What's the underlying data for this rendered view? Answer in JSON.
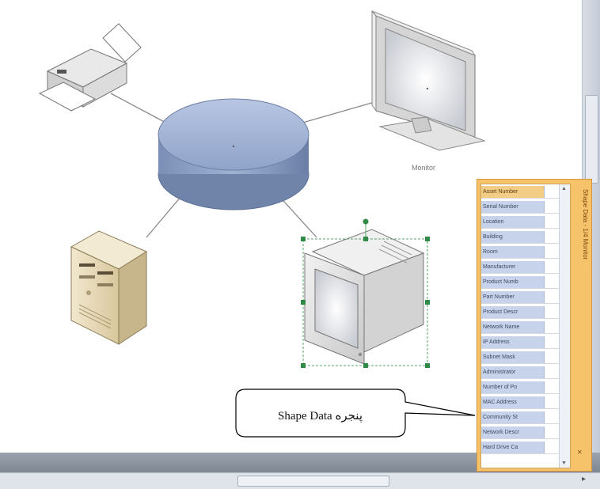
{
  "canvas": {
    "monitor_label": "Monitor"
  },
  "shape_data_panel": {
    "title": "Shape Data - 1/4 Monitor",
    "fields": [
      "Asset Number",
      "Serial Number",
      "Location",
      "Building",
      "Room",
      "Manufacturer",
      "Product Numb",
      "Part Number",
      "Product Descr",
      "Network Name",
      "IP Address",
      "Subnet Mask",
      "Administrator",
      "Number of Po",
      "MAC Address",
      "Community St",
      "Network Descr",
      "Hard Drive Ca"
    ]
  },
  "callout": {
    "text": "پنجره Shape Data"
  },
  "icons": [
    "printer-icon",
    "hub-icon",
    "monitor-icon",
    "server-icon",
    "crt-monitor-icon"
  ]
}
